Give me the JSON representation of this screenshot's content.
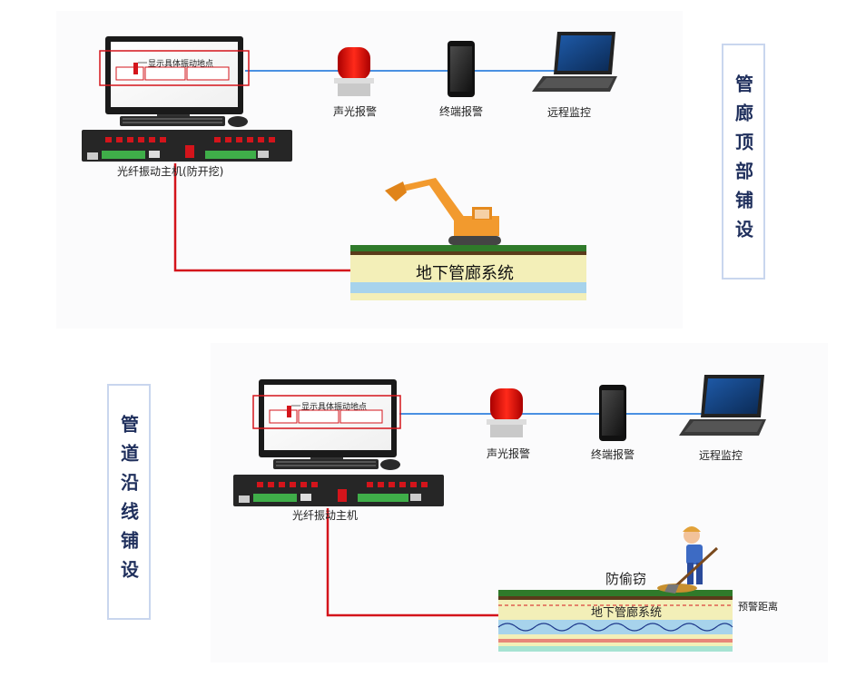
{
  "top": {
    "screen_text": "显示具体振动地点",
    "host_label": "光纤振动主机(防开挖)",
    "devices": [
      "声光报警",
      "终端报警",
      "远程监控"
    ],
    "ground_label": "地下管廊系统",
    "side_title": "管廊顶部铺设"
  },
  "bottom": {
    "screen_text": "显示具体振动地点",
    "host_label": "光纤振动主机",
    "devices": [
      "声光报警",
      "终端报警",
      "远程监控"
    ],
    "ground_label": "地下管廊系统",
    "theft_label": "防偷窃",
    "warning_label": "预警距离",
    "side_title": "管道沿线铺设"
  },
  "colors": {
    "fiber": "#d4141b",
    "link": "#4a90e2",
    "title_border": "#c9d6ee"
  }
}
